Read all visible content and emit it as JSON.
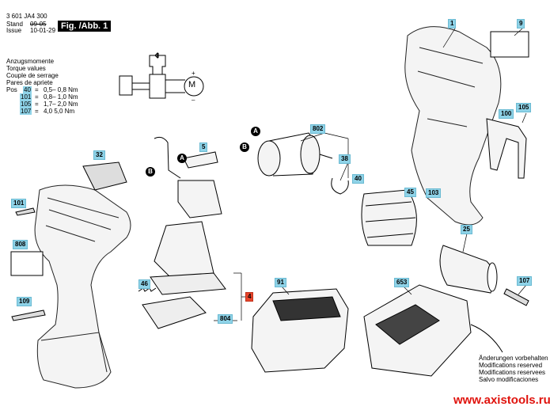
{
  "header": {
    "part_number": "3 601 JA4 300",
    "stand_label": "Stand",
    "issue_label": "Issue",
    "stand_date": "09-05",
    "issue_date": "10-01-29",
    "figure_label": "Fig. /Abb. 1"
  },
  "torque": {
    "titles": [
      "Anzugsmomente",
      "Torque values",
      "Couple de serrage",
      "Pares de apriete"
    ],
    "pos_label": "Pos",
    "rows": [
      {
        "pos": "40",
        "eq": "=",
        "value": "0,5– 0,8 Nm"
      },
      {
        "pos": "101",
        "eq": "=",
        "value": "0,8– 1,0 Nm"
      },
      {
        "pos": "105",
        "eq": "=",
        "value": "1,7– 2,0 Nm"
      },
      {
        "pos": "107",
        "eq": "=",
        "value": "4,0   5,0 Nm"
      }
    ]
  },
  "schematic": {
    "motor_label": "M",
    "plus": "+",
    "minus": "–"
  },
  "parts": {
    "p1": "1",
    "p9": "9",
    "p802": "802",
    "p38": "38",
    "p40": "40",
    "p45": "45",
    "p103": "103",
    "p100": "100",
    "p105": "105",
    "p25": "25",
    "p107": "107",
    "p653": "653",
    "p91": "91",
    "p804": "804",
    "p4": "4",
    "p46": "46",
    "p32": "32",
    "p5": "5",
    "p101": "101",
    "p808": "808",
    "p109": "109"
  },
  "connectors": {
    "a": "A",
    "b": "B"
  },
  "label_colors": {
    "part": "#8fd3e8",
    "highlight": "#e8452c"
  },
  "notice": [
    "Änderungen vorbehalten",
    "Modifications reserved",
    "Modifications reservees",
    "Salvo modificaciones"
  ],
  "watermark": "www.axistools.ru"
}
